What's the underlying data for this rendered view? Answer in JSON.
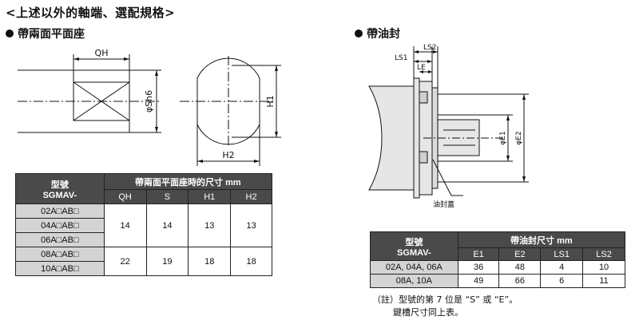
{
  "page": {
    "title": "<上述以外的軸端、選配規格>",
    "left_section_title": "帶兩面平面座",
    "right_section_title": "帶油封"
  },
  "left_diagram": {
    "labels": {
      "qh": "QH",
      "sh6": "φSh6",
      "h1": "H1",
      "h2": "H2"
    }
  },
  "right_diagram": {
    "labels": {
      "ls2": "LS2",
      "ls1": "LS1",
      "le": "LE",
      "e1": "φE1",
      "e2": "φE2",
      "oil_seal": "油封蓋"
    }
  },
  "flat_table": {
    "model_header": "型號",
    "model_sub": "SGMAV-",
    "group_header": "帶兩面平面座時的尺寸 mm",
    "columns": [
      "QH",
      "S",
      "H1",
      "H2"
    ],
    "models": [
      "02A□AB□",
      "04A□AB□",
      "06A□AB□",
      "08A□AB□",
      "10A□AB□"
    ],
    "groups": [
      {
        "values": [
          "14",
          "14",
          "13",
          "13"
        ]
      },
      {
        "values": [
          "22",
          "19",
          "18",
          "18"
        ]
      }
    ]
  },
  "seal_table": {
    "model_header": "型號",
    "model_sub": "SGMAV-",
    "group_header": "帶油封尺寸 mm",
    "columns": [
      "E1",
      "E2",
      "LS1",
      "LS2"
    ],
    "rows": [
      {
        "model": "02A, 04A, 06A",
        "values": [
          "36",
          "48",
          "4",
          "10"
        ]
      },
      {
        "model": "08A, 10A",
        "values": [
          "49",
          "66",
          "6",
          "11"
        ]
      }
    ]
  },
  "note": {
    "line1": "（註）型號的第 7 位是 “S” 或 “E”。",
    "line2": "鍵槽尺寸同上表。"
  }
}
